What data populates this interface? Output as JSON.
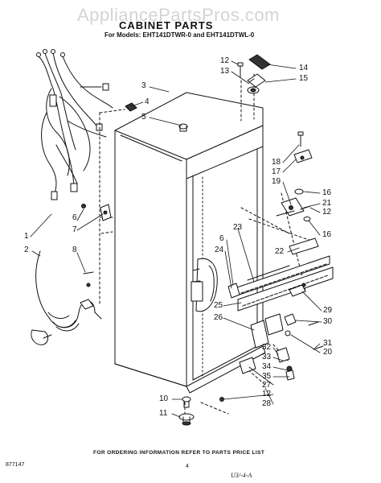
{
  "watermark": "AppliancePartsPros.com",
  "header": {
    "title": "CABINET PARTS",
    "models": "For Models: EHT141DTWR-0 and EHT141DTWL-0"
  },
  "callouts": [
    {
      "id": "c1",
      "text": "1"
    },
    {
      "id": "c2",
      "text": "2"
    },
    {
      "id": "c3",
      "text": "3"
    },
    {
      "id": "c4",
      "text": "4"
    },
    {
      "id": "c5",
      "text": "5"
    },
    {
      "id": "c6a",
      "text": "6"
    },
    {
      "id": "c7",
      "text": "7"
    },
    {
      "id": "c8",
      "text": "8"
    },
    {
      "id": "c10",
      "text": "10"
    },
    {
      "id": "c11",
      "text": "11"
    },
    {
      "id": "c12a",
      "text": "12"
    },
    {
      "id": "c13",
      "text": "13"
    },
    {
      "id": "c14",
      "text": "14"
    },
    {
      "id": "c15",
      "text": "15"
    },
    {
      "id": "c18",
      "text": "18"
    },
    {
      "id": "c17",
      "text": "17"
    },
    {
      "id": "c19",
      "text": "19"
    },
    {
      "id": "c16a",
      "text": "16"
    },
    {
      "id": "c21",
      "text": "21"
    },
    {
      "id": "c12b",
      "text": "12"
    },
    {
      "id": "c16b",
      "text": "16"
    },
    {
      "id": "c23",
      "text": "23"
    },
    {
      "id": "c6b",
      "text": "6"
    },
    {
      "id": "c24",
      "text": "24"
    },
    {
      "id": "c22",
      "text": "22"
    },
    {
      "id": "c29",
      "text": "29"
    },
    {
      "id": "c30",
      "text": "30"
    },
    {
      "id": "c25",
      "text": "25"
    },
    {
      "id": "c26",
      "text": "26"
    },
    {
      "id": "c31",
      "text": "31"
    },
    {
      "id": "c20",
      "text": "20"
    },
    {
      "id": "c32",
      "text": "32"
    },
    {
      "id": "c33",
      "text": "33"
    },
    {
      "id": "c34",
      "text": "34"
    },
    {
      "id": "c35",
      "text": "35"
    },
    {
      "id": "c27",
      "text": "27"
    },
    {
      "id": "c12c",
      "text": "12"
    },
    {
      "id": "c28",
      "text": "28"
    }
  ],
  "footer": {
    "note": "FOR ORDERING INFORMATION REFER TO PARTS PRICE LIST",
    "doc_number": "877147",
    "page_number": "4",
    "signature": "U3/-4-A"
  }
}
